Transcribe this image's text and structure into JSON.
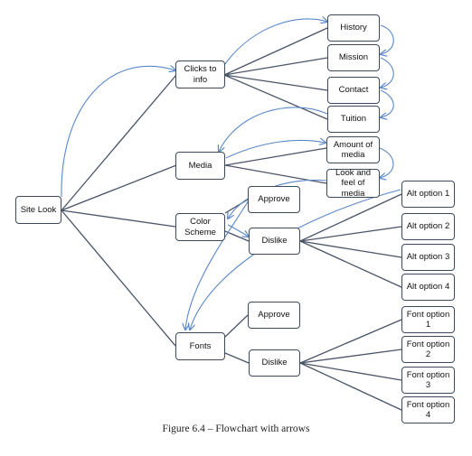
{
  "colors": {
    "line": "#4a5468",
    "arrow": "#5b88c8",
    "box_border": "#3d4a5c"
  },
  "nodes": {
    "site_look": "Site Look",
    "clicks_to_info": "Clicks to info",
    "history": "History",
    "mission": "Mission",
    "contact": "Contact",
    "tuition": "Tuition",
    "media": "Media",
    "amount_of_media": "Amount of media",
    "look_and_feel": "Look and feel of media",
    "color_scheme": "Color Scheme",
    "color_approve": "Approve",
    "color_dislike": "Dislike",
    "alt_option_1": "Alt option 1",
    "alt_option_2": "Alt option 2",
    "alt_option_3": "Alt option 3",
    "alt_option_4": "Alt option 4",
    "fonts": "Fonts",
    "fonts_approve": "Approve",
    "fonts_dislike": "Dislike",
    "font_option_1": "Font option 1",
    "font_option_2": "Font option 2",
    "font_option_3": "Font option 3",
    "font_option_4": "Font option 4"
  },
  "caption": "Figure 6.4 – Flowchart with arrows"
}
